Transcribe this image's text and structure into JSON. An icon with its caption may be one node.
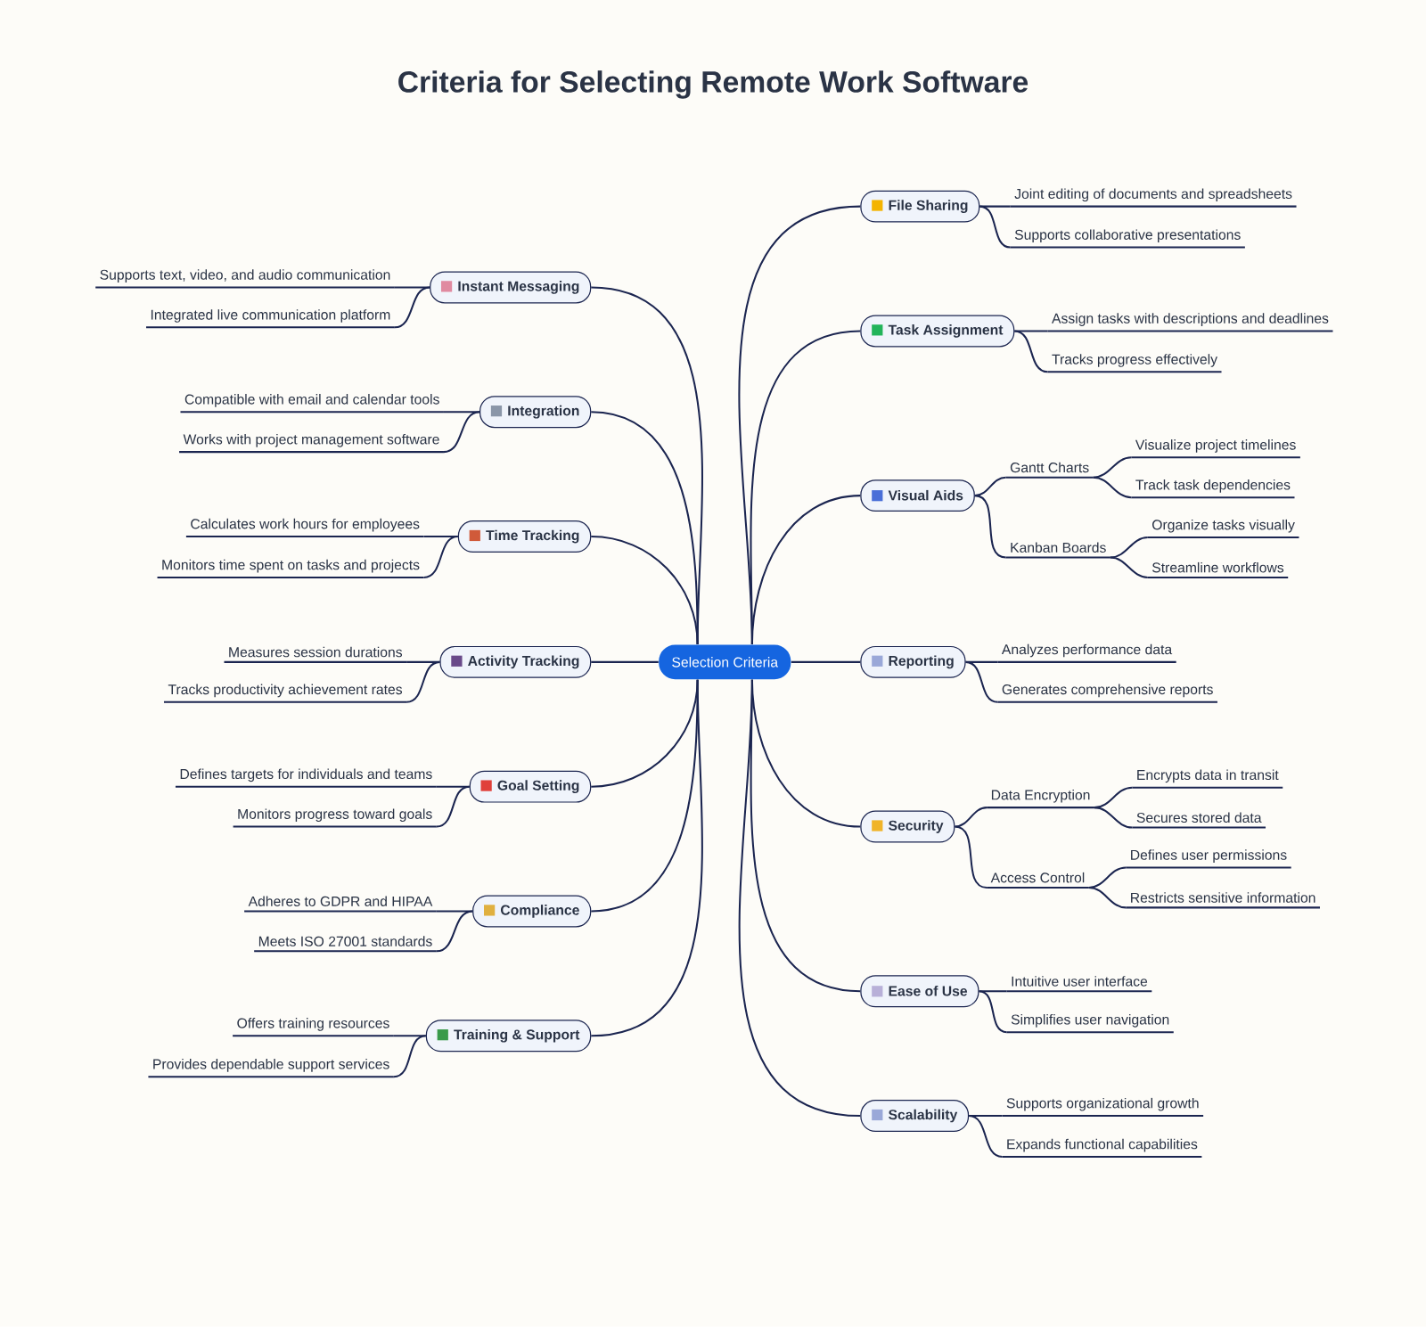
{
  "diagram": {
    "title": "Criteria for Selecting Remote Work Software",
    "nodes": [
      {
        "text": [
          "Selection Criteria"
        ]
      },
      {
        "text": [
          "File Sharing"
        ]
      },
      {
        "text": [
          "Joint editing of documents and spreadsheets"
        ]
      },
      {
        "text": [
          "Supports collaborative presentations"
        ]
      },
      {
        "text": [
          "Task Assignment"
        ]
      },
      {
        "text": [
          "Assign tasks with descriptions and deadlines"
        ]
      },
      {
        "text": [
          "Tracks progress effectively"
        ]
      },
      {
        "text": [
          "Visual Aids"
        ]
      },
      {
        "text": [
          "Gantt Charts"
        ]
      },
      {
        "text": [
          "Visualize project timelines"
        ]
      },
      {
        "text": [
          "Track task dependencies"
        ]
      },
      {
        "text": [
          "Kanban Boards"
        ]
      },
      {
        "text": [
          "Organize tasks visually"
        ]
      },
      {
        "text": [
          "Streamline workflows"
        ]
      },
      {
        "text": [
          "Reporting"
        ]
      },
      {
        "text": [
          "Analyzes performance data"
        ]
      },
      {
        "text": [
          "Generates comprehensive reports"
        ]
      },
      {
        "text": [
          "Security"
        ]
      },
      {
        "text": [
          "Data Encryption"
        ]
      },
      {
        "text": [
          "Encrypts data in transit"
        ]
      },
      {
        "text": [
          "Secures stored data"
        ]
      },
      {
        "text": [
          "Access Control"
        ]
      },
      {
        "text": [
          "Defines user permissions"
        ]
      },
      {
        "text": [
          "Restricts sensitive information"
        ]
      },
      {
        "text": [
          "Ease of Use"
        ]
      },
      {
        "text": [
          "Intuitive user interface"
        ]
      },
      {
        "text": [
          "Simplifies user navigation"
        ]
      },
      {
        "text": [
          "Scalability"
        ]
      },
      {
        "text": [
          "Supports organizational growth"
        ]
      },
      {
        "text": [
          "Expands functional capabilities"
        ]
      },
      {
        "text": [
          "Instant Messaging"
        ]
      },
      {
        "text": [
          "Supports text, video, and audio communication"
        ]
      },
      {
        "text": [
          "Integrated live communication platform"
        ]
      },
      {
        "text": [
          "Integration"
        ]
      },
      {
        "text": [
          "Compatible with email and calendar tools"
        ]
      },
      {
        "text": [
          "Works with project management software"
        ]
      },
      {
        "text": [
          "Time Tracking"
        ]
      },
      {
        "text": [
          "Calculates work hours for employees"
        ]
      },
      {
        "text": [
          "Monitors time spent on tasks and projects"
        ]
      },
      {
        "text": [
          "Activity Tracking"
        ]
      },
      {
        "text": [
          "Measures session durations"
        ]
      },
      {
        "text": [
          "Tracks productivity achievement rates"
        ]
      },
      {
        "text": [
          "Goal Setting"
        ]
      },
      {
        "text": [
          "Defines targets for individuals and teams"
        ]
      },
      {
        "text": [
          "Monitors progress toward goals"
        ]
      },
      {
        "text": [
          "Compliance"
        ]
      },
      {
        "text": [
          "Adheres to GDPR and HIPAA"
        ]
      },
      {
        "text": [
          "Meets ISO 27001 standards"
        ]
      },
      {
        "text": [
          "Training & Support"
        ]
      },
      {
        "text": [
          "Offers training resources"
        ]
      },
      {
        "text": [
          "Provides dependable support services"
        ]
      }
    ],
    "edges": [
      {
        "from": 0,
        "to": 1,
        "arrow": "none"
      },
      {
        "from": 1,
        "to": 2,
        "arrow": "none"
      },
      {
        "from": 1,
        "to": 3,
        "arrow": "none"
      },
      {
        "from": 0,
        "to": 4,
        "arrow": "none"
      },
      {
        "from": 4,
        "to": 5,
        "arrow": "none"
      },
      {
        "from": 4,
        "to": 6,
        "arrow": "none"
      },
      {
        "from": 0,
        "to": 7,
        "arrow": "none"
      },
      {
        "from": 7,
        "to": 8,
        "arrow": "none"
      },
      {
        "from": 8,
        "to": 9,
        "arrow": "none"
      },
      {
        "from": 8,
        "to": 10,
        "arrow": "none"
      },
      {
        "from": 7,
        "to": 11,
        "arrow": "none"
      },
      {
        "from": 11,
        "to": 12,
        "arrow": "none"
      },
      {
        "from": 11,
        "to": 13,
        "arrow": "none"
      },
      {
        "from": 0,
        "to": 14,
        "arrow": "none"
      },
      {
        "from": 14,
        "to": 15,
        "arrow": "none"
      },
      {
        "from": 14,
        "to": 16,
        "arrow": "none"
      },
      {
        "from": 0,
        "to": 17,
        "arrow": "none"
      },
      {
        "from": 17,
        "to": 18,
        "arrow": "none"
      },
      {
        "from": 18,
        "to": 19,
        "arrow": "none"
      },
      {
        "from": 18,
        "to": 20,
        "arrow": "none"
      },
      {
        "from": 17,
        "to": 21,
        "arrow": "none"
      },
      {
        "from": 21,
        "to": 22,
        "arrow": "none"
      },
      {
        "from": 21,
        "to": 23,
        "arrow": "none"
      },
      {
        "from": 0,
        "to": 24,
        "arrow": "none"
      },
      {
        "from": 24,
        "to": 25,
        "arrow": "none"
      },
      {
        "from": 24,
        "to": 26,
        "arrow": "none"
      },
      {
        "from": 0,
        "to": 27,
        "arrow": "none"
      },
      {
        "from": 27,
        "to": 28,
        "arrow": "none"
      },
      {
        "from": 27,
        "to": 29,
        "arrow": "none"
      },
      {
        "from": 0,
        "to": 30,
        "arrow": "none"
      },
      {
        "from": 30,
        "to": 31,
        "arrow": "none"
      },
      {
        "from": 30,
        "to": 32,
        "arrow": "none"
      },
      {
        "from": 0,
        "to": 33,
        "arrow": "none"
      },
      {
        "from": 33,
        "to": 34,
        "arrow": "none"
      },
      {
        "from": 33,
        "to": 35,
        "arrow": "none"
      },
      {
        "from": 0,
        "to": 36,
        "arrow": "none"
      },
      {
        "from": 36,
        "to": 37,
        "arrow": "none"
      },
      {
        "from": 36,
        "to": 38,
        "arrow": "none"
      },
      {
        "from": 0,
        "to": 39,
        "arrow": "none"
      },
      {
        "from": 39,
        "to": 40,
        "arrow": "none"
      },
      {
        "from": 39,
        "to": 41,
        "arrow": "none"
      },
      {
        "from": 0,
        "to": 42,
        "arrow": "none"
      },
      {
        "from": 42,
        "to": 43,
        "arrow": "none"
      },
      {
        "from": 42,
        "to": 44,
        "arrow": "none"
      },
      {
        "from": 0,
        "to": 45,
        "arrow": "none"
      },
      {
        "from": 45,
        "to": 46,
        "arrow": "none"
      },
      {
        "from": 45,
        "to": 47,
        "arrow": "none"
      },
      {
        "from": 0,
        "to": 48,
        "arrow": "none"
      },
      {
        "from": 48,
        "to": 49,
        "arrow": "none"
      },
      {
        "from": 48,
        "to": 50,
        "arrow": "none"
      }
    ]
  }
}
